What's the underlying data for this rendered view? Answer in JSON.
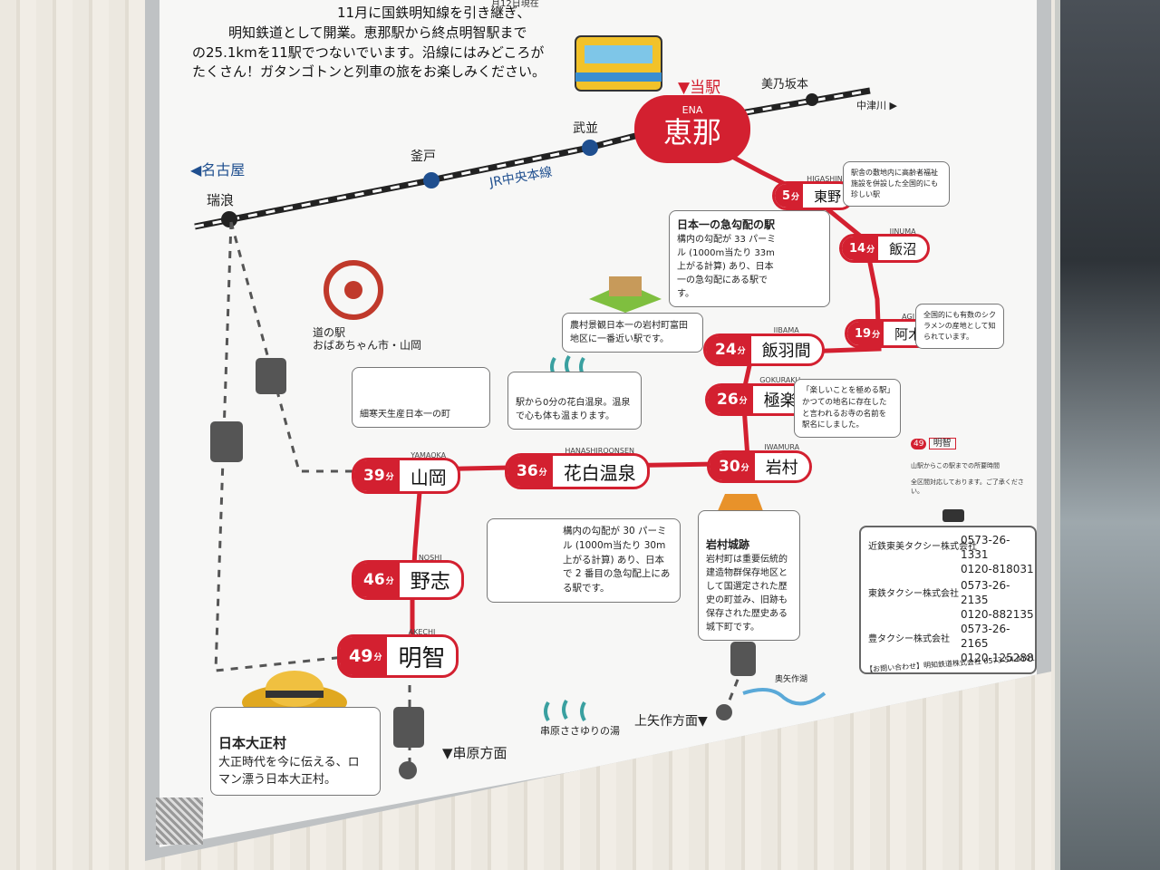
{
  "intro": {
    "lines": [
      "11月に国鉄明知線を引き継ぎ、",
      "明知鉄道として開業。恵那駅から終点明智駅まで",
      "の25.1kmを11駅でつないでいます。沿線にはみどころが",
      "たくさん！ガタンゴトンと列車の旅をお楽しみください。"
    ],
    "meta": "月12日現在"
  },
  "current_station_label": "▼当駅",
  "jr_line": {
    "label": "JR中央本線",
    "stations": [
      "瑞浪",
      "釜戸",
      "武並",
      "美乃坂本"
    ],
    "dir_left": "◀名古屋",
    "dir_right": "中津川 ▶"
  },
  "stations": [
    {
      "min": "",
      "name": "恵那",
      "roman": "ENA"
    },
    {
      "min": "5",
      "name": "東野",
      "roman": "HIGASHINO"
    },
    {
      "min": "14",
      "name": "飯沼",
      "roman": "IINUMA"
    },
    {
      "min": "19",
      "name": "阿木",
      "roman": "AGI"
    },
    {
      "min": "24",
      "name": "飯羽間",
      "roman": "IIBAMA"
    },
    {
      "min": "26",
      "name": "極楽",
      "roman": "GOKURAKU"
    },
    {
      "min": "30",
      "name": "岩村",
      "roman": "IWAMURA"
    },
    {
      "min": "36",
      "name": "花白温泉",
      "roman": "HANASHIROONSEN"
    },
    {
      "min": "39",
      "name": "山岡",
      "roman": "YAMAOKA"
    },
    {
      "min": "46",
      "name": "野志",
      "roman": "NOSHI"
    },
    {
      "min": "49",
      "name": "明智",
      "roman": "AKECHI"
    }
  ],
  "min_unit": "分",
  "boxes": {
    "higashino": "駅舎の敷地内に高齢者福祉施設を併設した全国的にも珍しい駅",
    "iinuma_head": "日本一の急勾配の駅",
    "iinuma": "構内の勾配が 33 パーミル (1000m当たり 33m 上がる計算) あり、日本一の急勾配にある駅です。",
    "iibama": "農村景観日本一の岩村町富田地区に一番近い駅です。",
    "agi": "全国的にも有数のシクラメンの産地として知られています。",
    "gokuraku": "「楽しいことを極める駅」かつての地名に存在したと言われるお寺の名前を駅名にしました。",
    "kanten": "細寒天生産日本一の町",
    "onsen": "駅から0分の花白温泉。温泉で心も体も温まります。",
    "noshi": "構内の勾配が 30 パーミル (1000m当たり 30m 上がる計算) あり、日本で 2 番目の急勾配上にある駅です。",
    "iwamura_head": "岩村城跡",
    "iwamura": "岩村町は重要伝統的建造物群保存地区として国選定された歴史の町並み、旧跡も保存された歴史ある城下町です。",
    "taisho_head": "日本大正村",
    "taisho": "大正時代を今に伝える、ロマン漂う日本大正村。",
    "michinoeki": "道の駅\nおばあちゃん市・山岡"
  },
  "bottom_labels": {
    "kushihara": "▼串原方面",
    "sasayuri": "串原ささゆりの湯",
    "kamiyahagi": "上矢作方面▼",
    "lake": "奥矢作湖"
  },
  "legend": {
    "akechi_badge": "49",
    "akechi_name": "明智",
    "note1": "山駅からこの駅までの所要時間",
    "note2": "全区間対応しております。ご了承ください。"
  },
  "taxi": [
    {
      "company": "近鉄東美タクシー株式会社",
      "tel1": "0573-26-1331",
      "tel2": "0120-818031"
    },
    {
      "company": "東鉄タクシー株式会社",
      "tel1": "0573-26-2135",
      "tel2": "0120-882135"
    },
    {
      "company": "豊タクシー株式会社",
      "tel1": "0573-26-2165",
      "tel2": "0120-125288"
    }
  ],
  "contact": "【お問い合わせ】明知鉄道株式会社 0573-54-4101",
  "colors": {
    "line_red": "#d32030",
    "jr_dark": "#222222",
    "jr_blue": "#1f4f8f"
  }
}
